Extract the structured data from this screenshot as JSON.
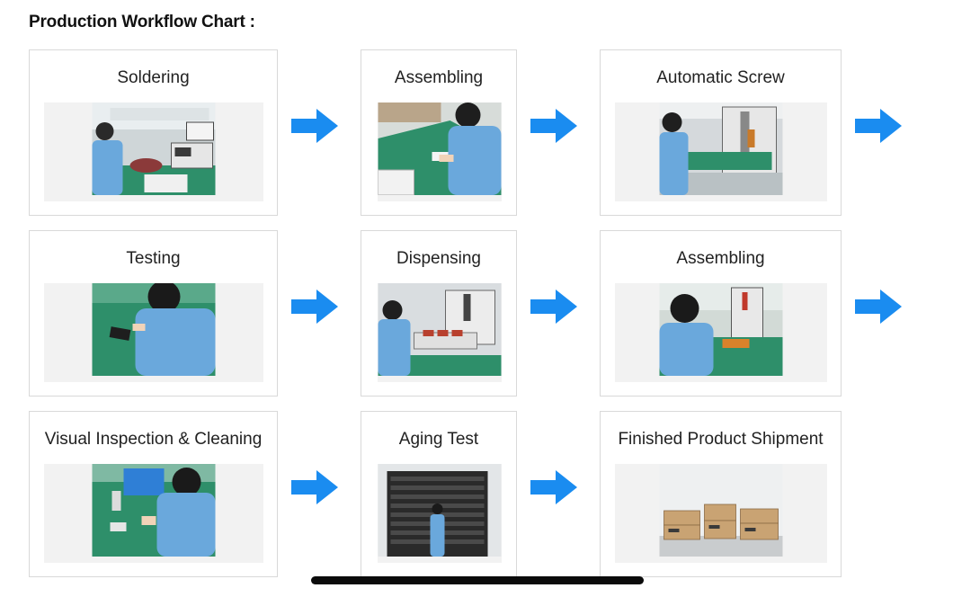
{
  "page": {
    "title": "Production Workflow Chart :"
  },
  "steps": [
    {
      "label": "Soldering"
    },
    {
      "label": "Assembling"
    },
    {
      "label": "Automatic Screw"
    },
    {
      "label": "Testing"
    },
    {
      "label": "Dispensing"
    },
    {
      "label": "Assembling"
    },
    {
      "label": "Visual Inspection & Cleaning"
    },
    {
      "label": "Aging Test"
    },
    {
      "label": "Finished Product Shipment"
    }
  ],
  "colors": {
    "arrow": "#1a8cf0",
    "card_border": "#d9d9d9",
    "photo_backdrop": "#f2f2f2",
    "workbench_green": "#2e8f6a",
    "worker_coat": "#6aa8dc"
  },
  "icons": {
    "arrow": "arrow-right-icon"
  }
}
